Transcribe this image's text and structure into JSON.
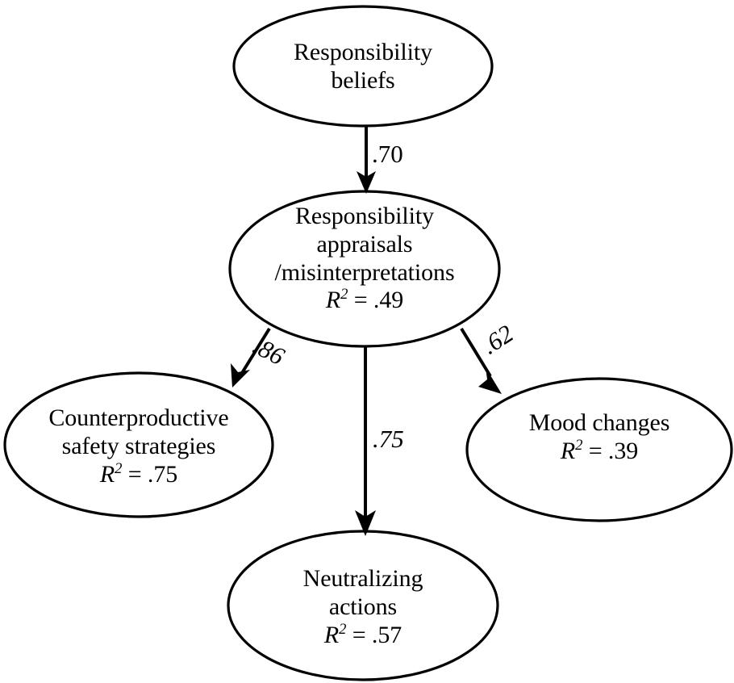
{
  "figure": {
    "type": "path-diagram",
    "title": "",
    "background_color": "#ffffff",
    "stroke_color": "#000000"
  },
  "nodes": [
    {
      "id": "responsibility-beliefs",
      "line1": "Responsibility",
      "line2": "beliefs",
      "r2_label": "",
      "r2_value": ""
    },
    {
      "id": "responsibility-appraisals",
      "line1": "Responsibility",
      "line2": "appraisals",
      "line3": "/misinterpretations",
      "r2_label": "R",
      "r2_exp": "2",
      "r2_eq": " = ",
      "r2_value": ".49"
    },
    {
      "id": "counterproductive-safety-strategies",
      "line1": "Counterproductive",
      "line2": "safety strategies",
      "r2_label": "R",
      "r2_exp": "2",
      "r2_eq": " = ",
      "r2_value": ".75"
    },
    {
      "id": "mood-changes",
      "line1": "Mood changes",
      "r2_label": "R",
      "r2_exp": "2",
      "r2_eq": " = ",
      "r2_value": ".39"
    },
    {
      "id": "neutralizing-actions",
      "line1": "Neutralizing",
      "line2": "actions",
      "r2_label": "R",
      "r2_exp": "2",
      "r2_eq": " = ",
      "r2_value": ".57"
    }
  ],
  "edges": [
    {
      "id": "beliefs-to-appraisals",
      "from": "responsibility-beliefs",
      "to": "responsibility-appraisals",
      "coefficient": ".70"
    },
    {
      "id": "appraisals-to-safety-strategies",
      "from": "responsibility-appraisals",
      "to": "counterproductive-safety-strategies",
      "coefficient": ".86"
    },
    {
      "id": "appraisals-to-neutralizing",
      "from": "responsibility-appraisals",
      "to": "neutralizing-actions",
      "coefficient": ".75"
    },
    {
      "id": "appraisals-to-mood-changes",
      "from": "responsibility-appraisals",
      "to": "mood-changes",
      "coefficient": ".62"
    }
  ],
  "chart_data": {
    "type": "diagram",
    "title": "",
    "nodes": [
      {
        "name": "Responsibility beliefs",
        "r_squared": null
      },
      {
        "name": "Responsibility appraisals /misinterpretations",
        "r_squared": 0.49
      },
      {
        "name": "Counterproductive safety strategies",
        "r_squared": 0.75
      },
      {
        "name": "Mood changes",
        "r_squared": 0.39
      },
      {
        "name": "Neutralizing actions",
        "r_squared": 0.57
      }
    ],
    "edges": [
      {
        "source": "Responsibility beliefs",
        "target": "Responsibility appraisals /misinterpretations",
        "weight": 0.7
      },
      {
        "source": "Responsibility appraisals /misinterpretations",
        "target": "Counterproductive safety strategies",
        "weight": 0.86
      },
      {
        "source": "Responsibility appraisals /misinterpretations",
        "target": "Neutralizing actions",
        "weight": 0.75
      },
      {
        "source": "Responsibility appraisals /misinterpretations",
        "target": "Mood changes",
        "weight": 0.62
      }
    ]
  }
}
